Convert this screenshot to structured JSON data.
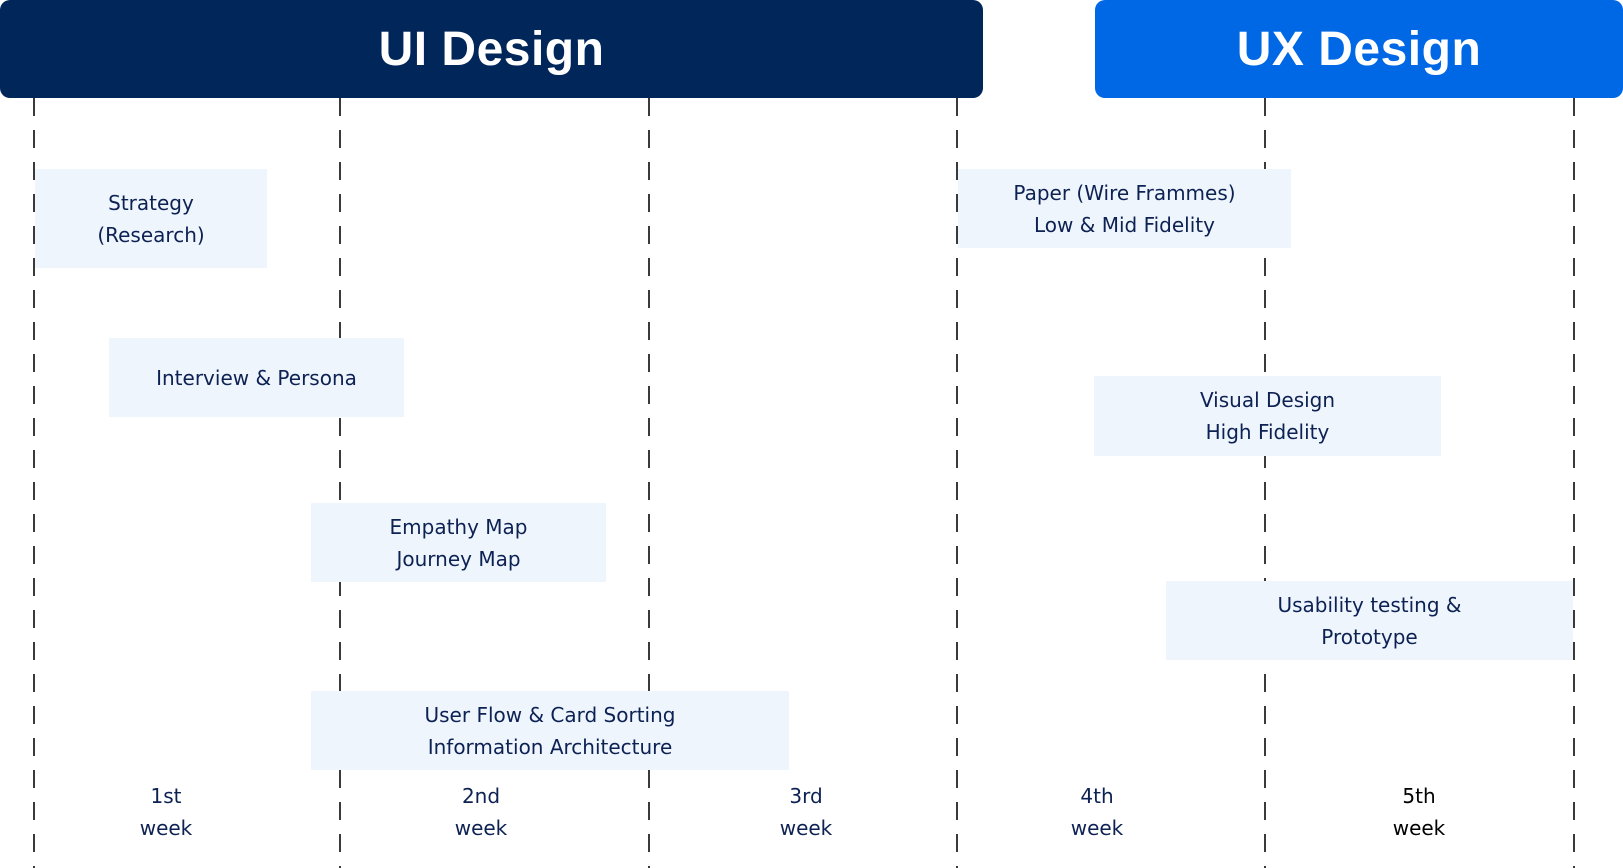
{
  "colors": {
    "ui_header": "#012659",
    "ux_header": "#0068e4",
    "task_bg": "#eef5fd",
    "text": "#0d2153"
  },
  "headers": {
    "ui": "UI Design",
    "ux": "UX Design"
  },
  "tasks": {
    "strategy": {
      "line1": "Strategy",
      "line2": "(Research)"
    },
    "interview": {
      "line1": "Interview & Persona"
    },
    "empathy": {
      "line1": "Empathy Map",
      "line2": "Journey Map"
    },
    "userflow": {
      "line1": "User Flow & Card Sorting",
      "line2": "Information Architecture"
    },
    "paper": {
      "line1": "Paper (Wire Frammes)",
      "line2": "Low & Mid Fidelity"
    },
    "visual": {
      "line1": "Visual Design",
      "line2": "High Fidelity"
    },
    "usability": {
      "line1": "Usability testing &",
      "line2": "Prototype"
    }
  },
  "weeks": [
    {
      "num": "1st",
      "unit": "week"
    },
    {
      "num": "2nd",
      "unit": "week"
    },
    {
      "num": "3rd",
      "unit": "week"
    },
    {
      "num": "4th",
      "unit": "week"
    },
    {
      "num": "5th",
      "unit": "week"
    }
  ]
}
